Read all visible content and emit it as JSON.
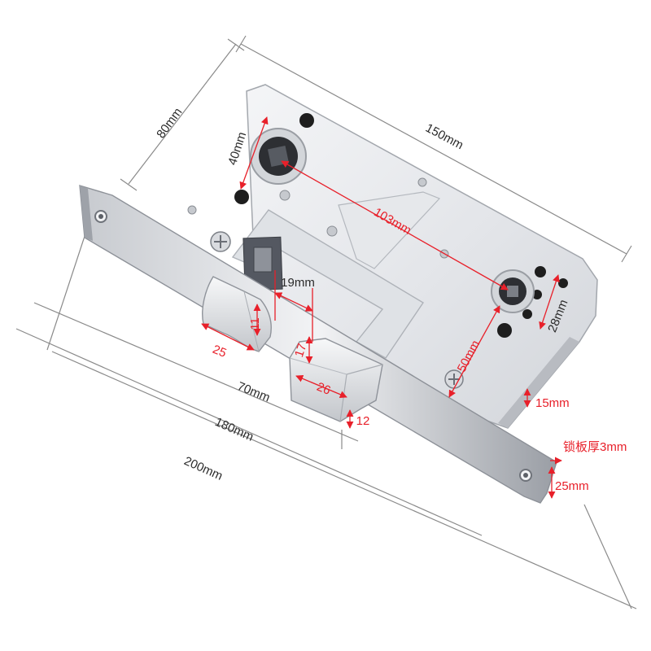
{
  "dimensions": {
    "case_height": "80mm",
    "case_width": "150mm",
    "spindle_hub": "40mm",
    "spindle_to_cylinder": "103mm",
    "latch_offset": "19mm",
    "latch_height": "11",
    "latch_length": "25",
    "deadbolt_height": "17",
    "deadbolt_length": "26",
    "deadbolt_thickness": "12",
    "cylinder_pitch": "28mm",
    "cylinder_offset": "50mm",
    "backset": "70mm",
    "faceplate_inner": "180mm",
    "faceplate_total": "200mm",
    "faceplate_edge": "15mm",
    "faceplate_thickness": "锁板厚3mm",
    "faceplate_width": "25mm"
  },
  "colors": {
    "dimension_line": "#8a8a8a",
    "accent_red": "#e8202a",
    "steel_light": "#e9ebee",
    "steel_mid": "#c9ccd1",
    "steel_dark": "#7d8188"
  }
}
